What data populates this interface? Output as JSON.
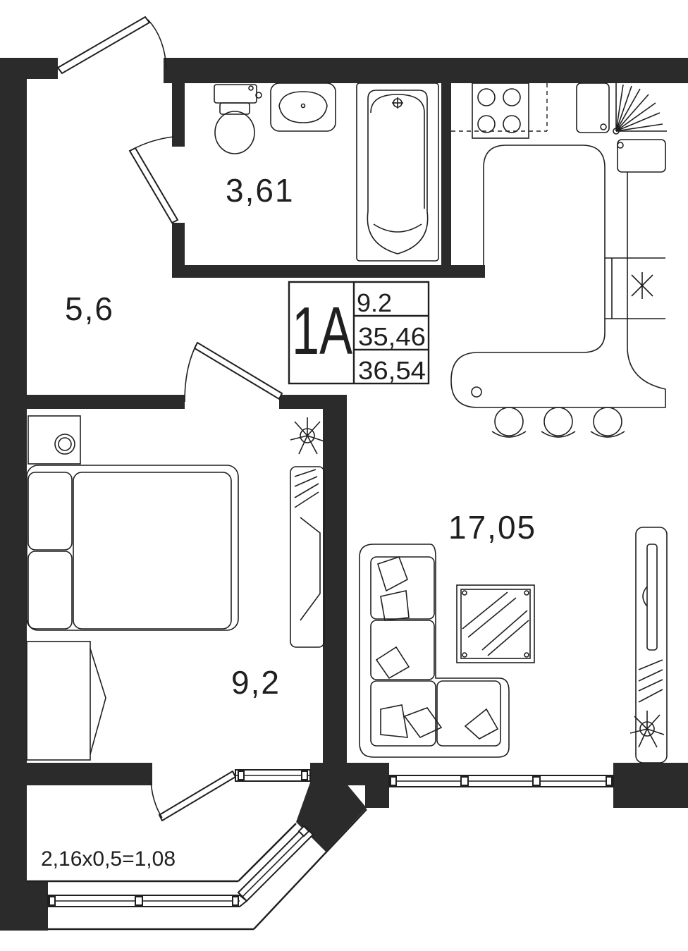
{
  "plan": {
    "unit_type": "1A",
    "summary": {
      "living_area": "9.2",
      "total_area": "35,46",
      "total_with_balcony": "36,54"
    },
    "rooms": {
      "bathroom": "3,61",
      "hallway": "5,6",
      "bedroom": "9,2",
      "kitchen_living": "17,05",
      "balcony": "2,16x0,5=1,08"
    },
    "colors": {
      "wall": "#2b2b2b",
      "line": "#1f1f1f",
      "background": "#ffffff"
    }
  }
}
